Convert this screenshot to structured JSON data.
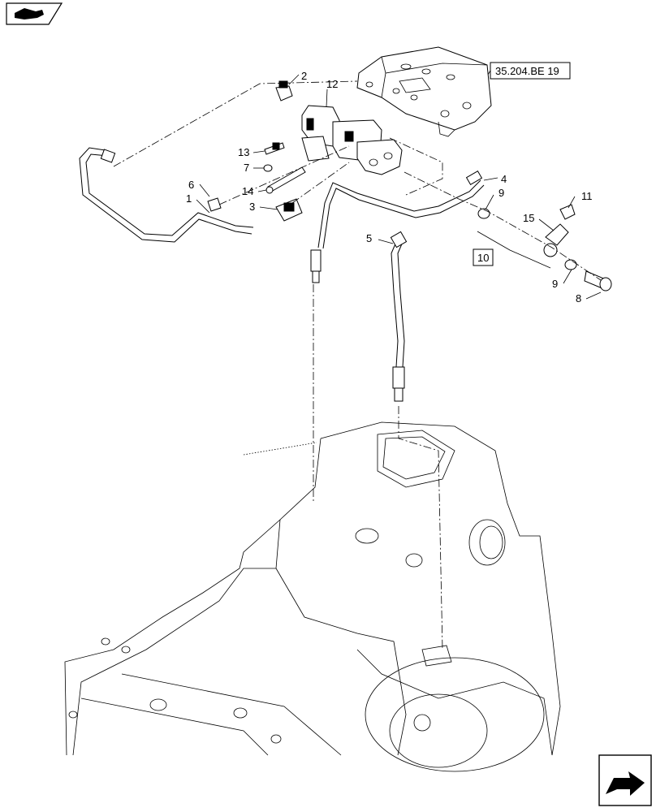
{
  "reference_box": {
    "label": "35.204.BE 19"
  },
  "group_box": {
    "label": "10"
  },
  "callouts": [
    {
      "id": "2",
      "label": "2"
    },
    {
      "id": "12",
      "label": "12"
    },
    {
      "id": "13",
      "label": "13"
    },
    {
      "id": "7",
      "label": "7"
    },
    {
      "id": "14",
      "label": "14"
    },
    {
      "id": "6",
      "label": "6"
    },
    {
      "id": "1",
      "label": "1"
    },
    {
      "id": "3",
      "label": "3"
    },
    {
      "id": "4",
      "label": "4"
    },
    {
      "id": "9a",
      "label": "9"
    },
    {
      "id": "11",
      "label": "11"
    },
    {
      "id": "15",
      "label": "15"
    },
    {
      "id": "5",
      "label": "5"
    },
    {
      "id": "10",
      "label": "10"
    },
    {
      "id": "9b",
      "label": "9"
    },
    {
      "id": "8",
      "label": "8"
    }
  ],
  "icons": {
    "top_left": "book-hand-icon",
    "bottom_right": "next-page-arrow-icon"
  }
}
